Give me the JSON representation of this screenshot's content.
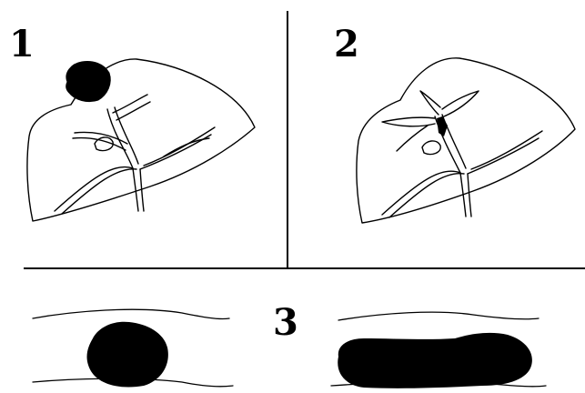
{
  "panels": [
    {
      "number": "1"
    },
    {
      "number": "2"
    },
    {
      "number": "3"
    }
  ],
  "colors": {
    "background": "#ffffff",
    "ink": "#000000"
  }
}
